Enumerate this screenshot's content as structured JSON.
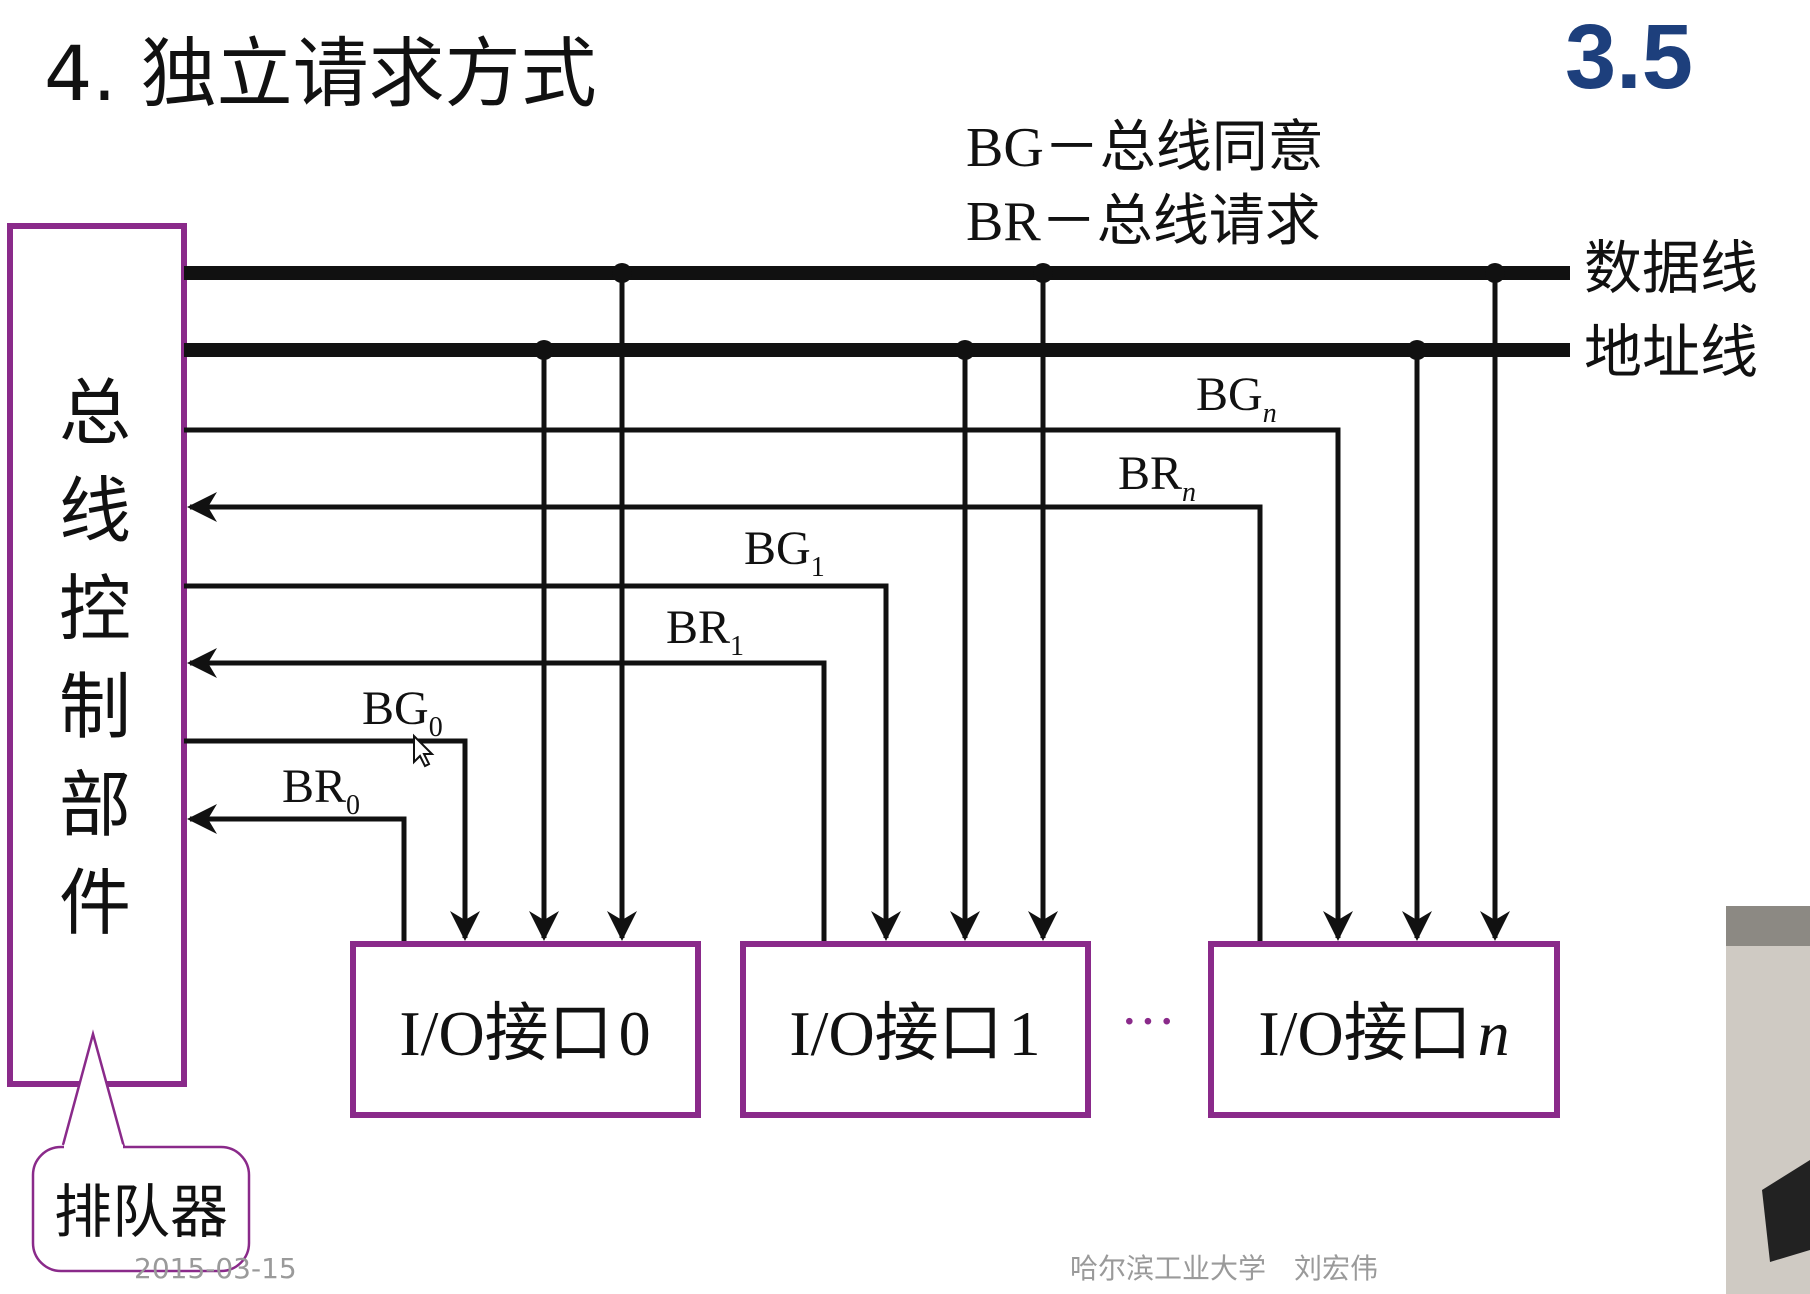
{
  "title": "4. 独立请求方式",
  "section_number": "3.5",
  "legend": {
    "bg": "BG－总线同意",
    "br": "BR－总线请求"
  },
  "buses": {
    "data": "数据线",
    "address": "地址线"
  },
  "signals": {
    "bg_n": {
      "base": "BG",
      "sub": "n"
    },
    "br_n": {
      "base": "BR",
      "sub": "n"
    },
    "bg_1": {
      "base": "BG",
      "sub": "1"
    },
    "br_1": {
      "base": "BR",
      "sub": "1"
    },
    "bg_0": {
      "base": "BG",
      "sub": "0"
    },
    "br_0": {
      "base": "BR",
      "sub": "0"
    }
  },
  "controller_chars": [
    "总",
    "线",
    "控",
    "制",
    "部",
    "件"
  ],
  "io_boxes": [
    {
      "prefix": "I/O接口",
      "index": "0"
    },
    {
      "prefix": "I/O接口",
      "index": "1"
    },
    {
      "prefix": "I/O接口",
      "index": "n"
    }
  ],
  "ellipsis": "···",
  "queue_label": "排队器",
  "footer": {
    "date": "2015-03-15",
    "credit": "哈尔滨工业大学　刘宏伟"
  },
  "colors": {
    "box_border": "#8a2a8a",
    "section_number": "#1d3f7c",
    "line": "#111111",
    "footer": "#9a9a9a"
  }
}
